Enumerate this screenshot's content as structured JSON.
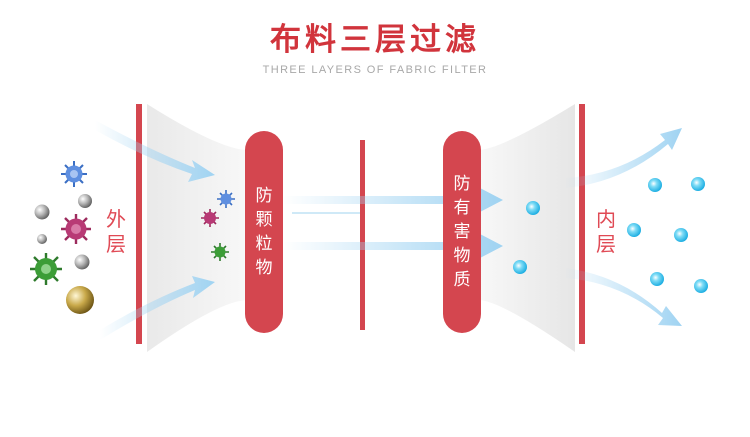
{
  "header": {
    "title": "布料三层过滤",
    "subtitle": "THREE LAYERS OF FABRIC FILTER"
  },
  "layers": {
    "outer": [
      "外",
      "层"
    ],
    "inner": [
      "内",
      "层"
    ]
  },
  "filters": {
    "particles": [
      "防",
      "颗",
      "粒",
      "物"
    ],
    "harmful": [
      "防",
      "有",
      "害",
      "物",
      "质"
    ]
  },
  "colors": {
    "accent": "#d1343c",
    "bar": "#d4464f",
    "arrow": "#9fd3f2",
    "bubble": "#36c1ec"
  }
}
